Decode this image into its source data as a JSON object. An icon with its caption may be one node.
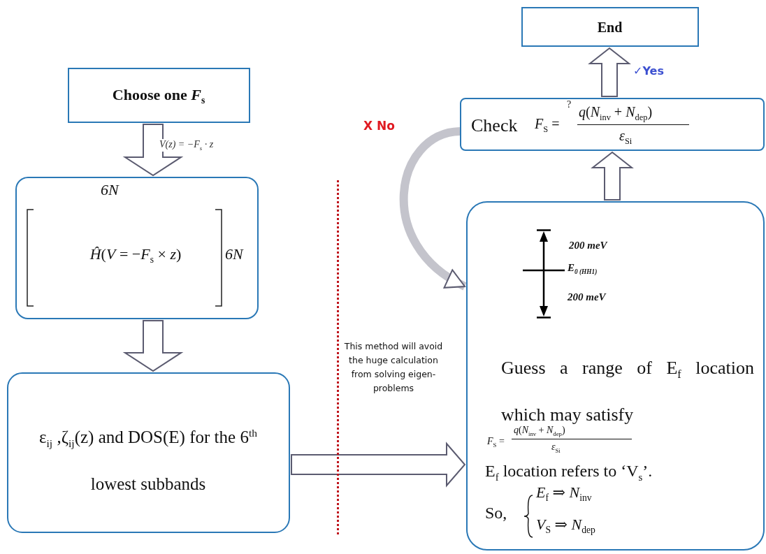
{
  "diagram": {
    "nodes": [
      {
        "text": [
          "Choose one *F*$_{s}$"
        ]
      },
      {
        "text": [
          "6N",
          "*Ĥ*(*V* = −*F*$_{s}$ × *z*)",
          "6N"
        ]
      },
      {
        "text": [
          "ε$_{ij}$ ,ζ$_{ij}$(z) and DOS(E) for the 6$^{th}$ lowest subbands"
        ]
      },
      {
        "text": [
          "End"
        ]
      },
      {
        "text": [
          "Check",
          "*F*$_{S}$ =",
          "?",
          "*q*(*N*$_{inv}$ + *N*$_{dep}$)",
          "*ε*$_{Si}$"
        ]
      },
      {
        "text": [
          "200 meV",
          "E$_{0 (HH1)}$",
          "200 meV",
          "Guess a range of E$_{f}$ location which may satisfy",
          "*F*$_{S}$ =",
          "*q*(*N*$_{inv}$ + *N*$_{dep}$)",
          "*ε*$_{Si}$",
          "E$_{f}$ location refers to ‘V$_{s}$’.",
          "So,",
          "*E*$_{f}$ ⇒ *N*$_{inv}$",
          "*V*$_{S}$ ⇒ *N*$_{dep}$"
        ]
      }
    ],
    "edges": [
      {
        "from": 0,
        "to": 1,
        "arrow": "to",
        "label": "V(z) = −F$_{s}$ · z"
      },
      {
        "from": 1,
        "to": 2,
        "arrow": "to"
      },
      {
        "from": 2,
        "to": 5,
        "arrow": "to"
      },
      {
        "from": 5,
        "to": 4,
        "arrow": "to"
      },
      {
        "from": 4,
        "to": 3,
        "arrow": "to",
        "label": "✓Yes"
      },
      {
        "from": 4,
        "to": 5,
        "arrow": "to",
        "label": "X No"
      }
    ],
    "labels": [
      "This method will avoid the huge calculation from solving eigen-problems"
    ]
  }
}
